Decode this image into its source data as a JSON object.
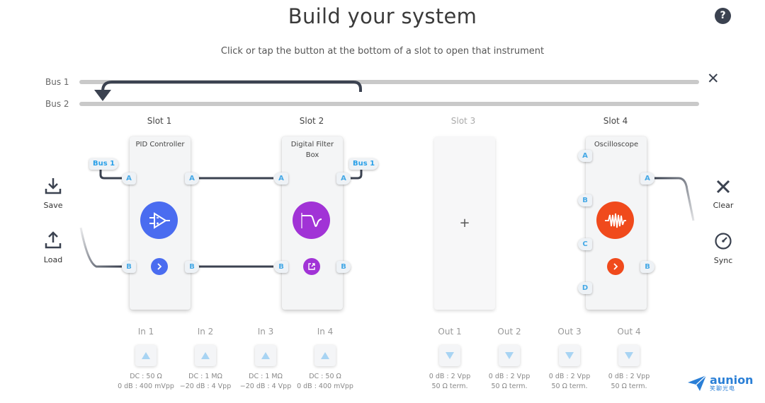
{
  "header": {
    "title": "Build your system",
    "subtitle": "Click or tap the button at the bottom of a slot to open that instrument",
    "help_glyph": "?"
  },
  "buses": {
    "bus1_label": "Bus 1",
    "bus2_label": "Bus 2"
  },
  "slots": [
    {
      "label": "Slot 1",
      "instrument": "PID Controller",
      "icon": "pid-controller-icon",
      "color": "#4a6cf0",
      "ports_left": [
        "A",
        "B"
      ],
      "ports_right": [
        "A",
        "B"
      ],
      "bus_tag": "Bus 1"
    },
    {
      "label": "Slot 2",
      "instrument": "Digital Filter Box",
      "icon": "digital-filter-icon",
      "color": "#a133d6",
      "ports_left": [
        "A",
        "B"
      ],
      "ports_right": [
        "A",
        "B"
      ],
      "bus_tag": "Bus 1"
    },
    {
      "label": "Slot 3",
      "empty_glyph": "+"
    },
    {
      "label": "Slot 4",
      "instrument": "Oscilloscope",
      "icon": "oscilloscope-icon",
      "color": "#f04a1c",
      "ports_left": [
        "A",
        "B",
        "C",
        "D"
      ],
      "ports_right": [
        "A",
        "B"
      ]
    }
  ],
  "side": {
    "save": "Save",
    "load": "Load",
    "clear": "Clear",
    "sync": "Sync"
  },
  "inputs": [
    {
      "label": "In 1",
      "line1": "DC : 50 Ω",
      "line2": "0 dB : 400 mVpp"
    },
    {
      "label": "In 2",
      "line1": "DC : 1 MΩ",
      "line2": "−20 dB : 4 Vpp"
    },
    {
      "label": "In 3",
      "line1": "DC : 1 MΩ",
      "line2": "−20 dB : 4 Vpp"
    },
    {
      "label": "In 4",
      "line1": "DC : 50 Ω",
      "line2": "0 dB : 400 mVpp"
    }
  ],
  "outputs": [
    {
      "label": "Out 1",
      "line1": "0 dB : 2 Vpp",
      "line2": "50 Ω term."
    },
    {
      "label": "Out 2",
      "line1": "0 dB : 2 Vpp",
      "line2": "50 Ω term."
    },
    {
      "label": "Out 3",
      "line1": "0 dB : 2 Vpp",
      "line2": "50 Ω term."
    },
    {
      "label": "Out 4",
      "line1": "0 dB : 2 Vpp",
      "line2": "50 Ω term."
    }
  ],
  "watermark": {
    "main": "aunion",
    "sub": "笑聊光电"
  },
  "colors": {
    "port_text": "#46a9e6",
    "wire": "#3b4250",
    "bus_line": "#c9c9c9",
    "io_arrow": "#a8d4f3"
  }
}
